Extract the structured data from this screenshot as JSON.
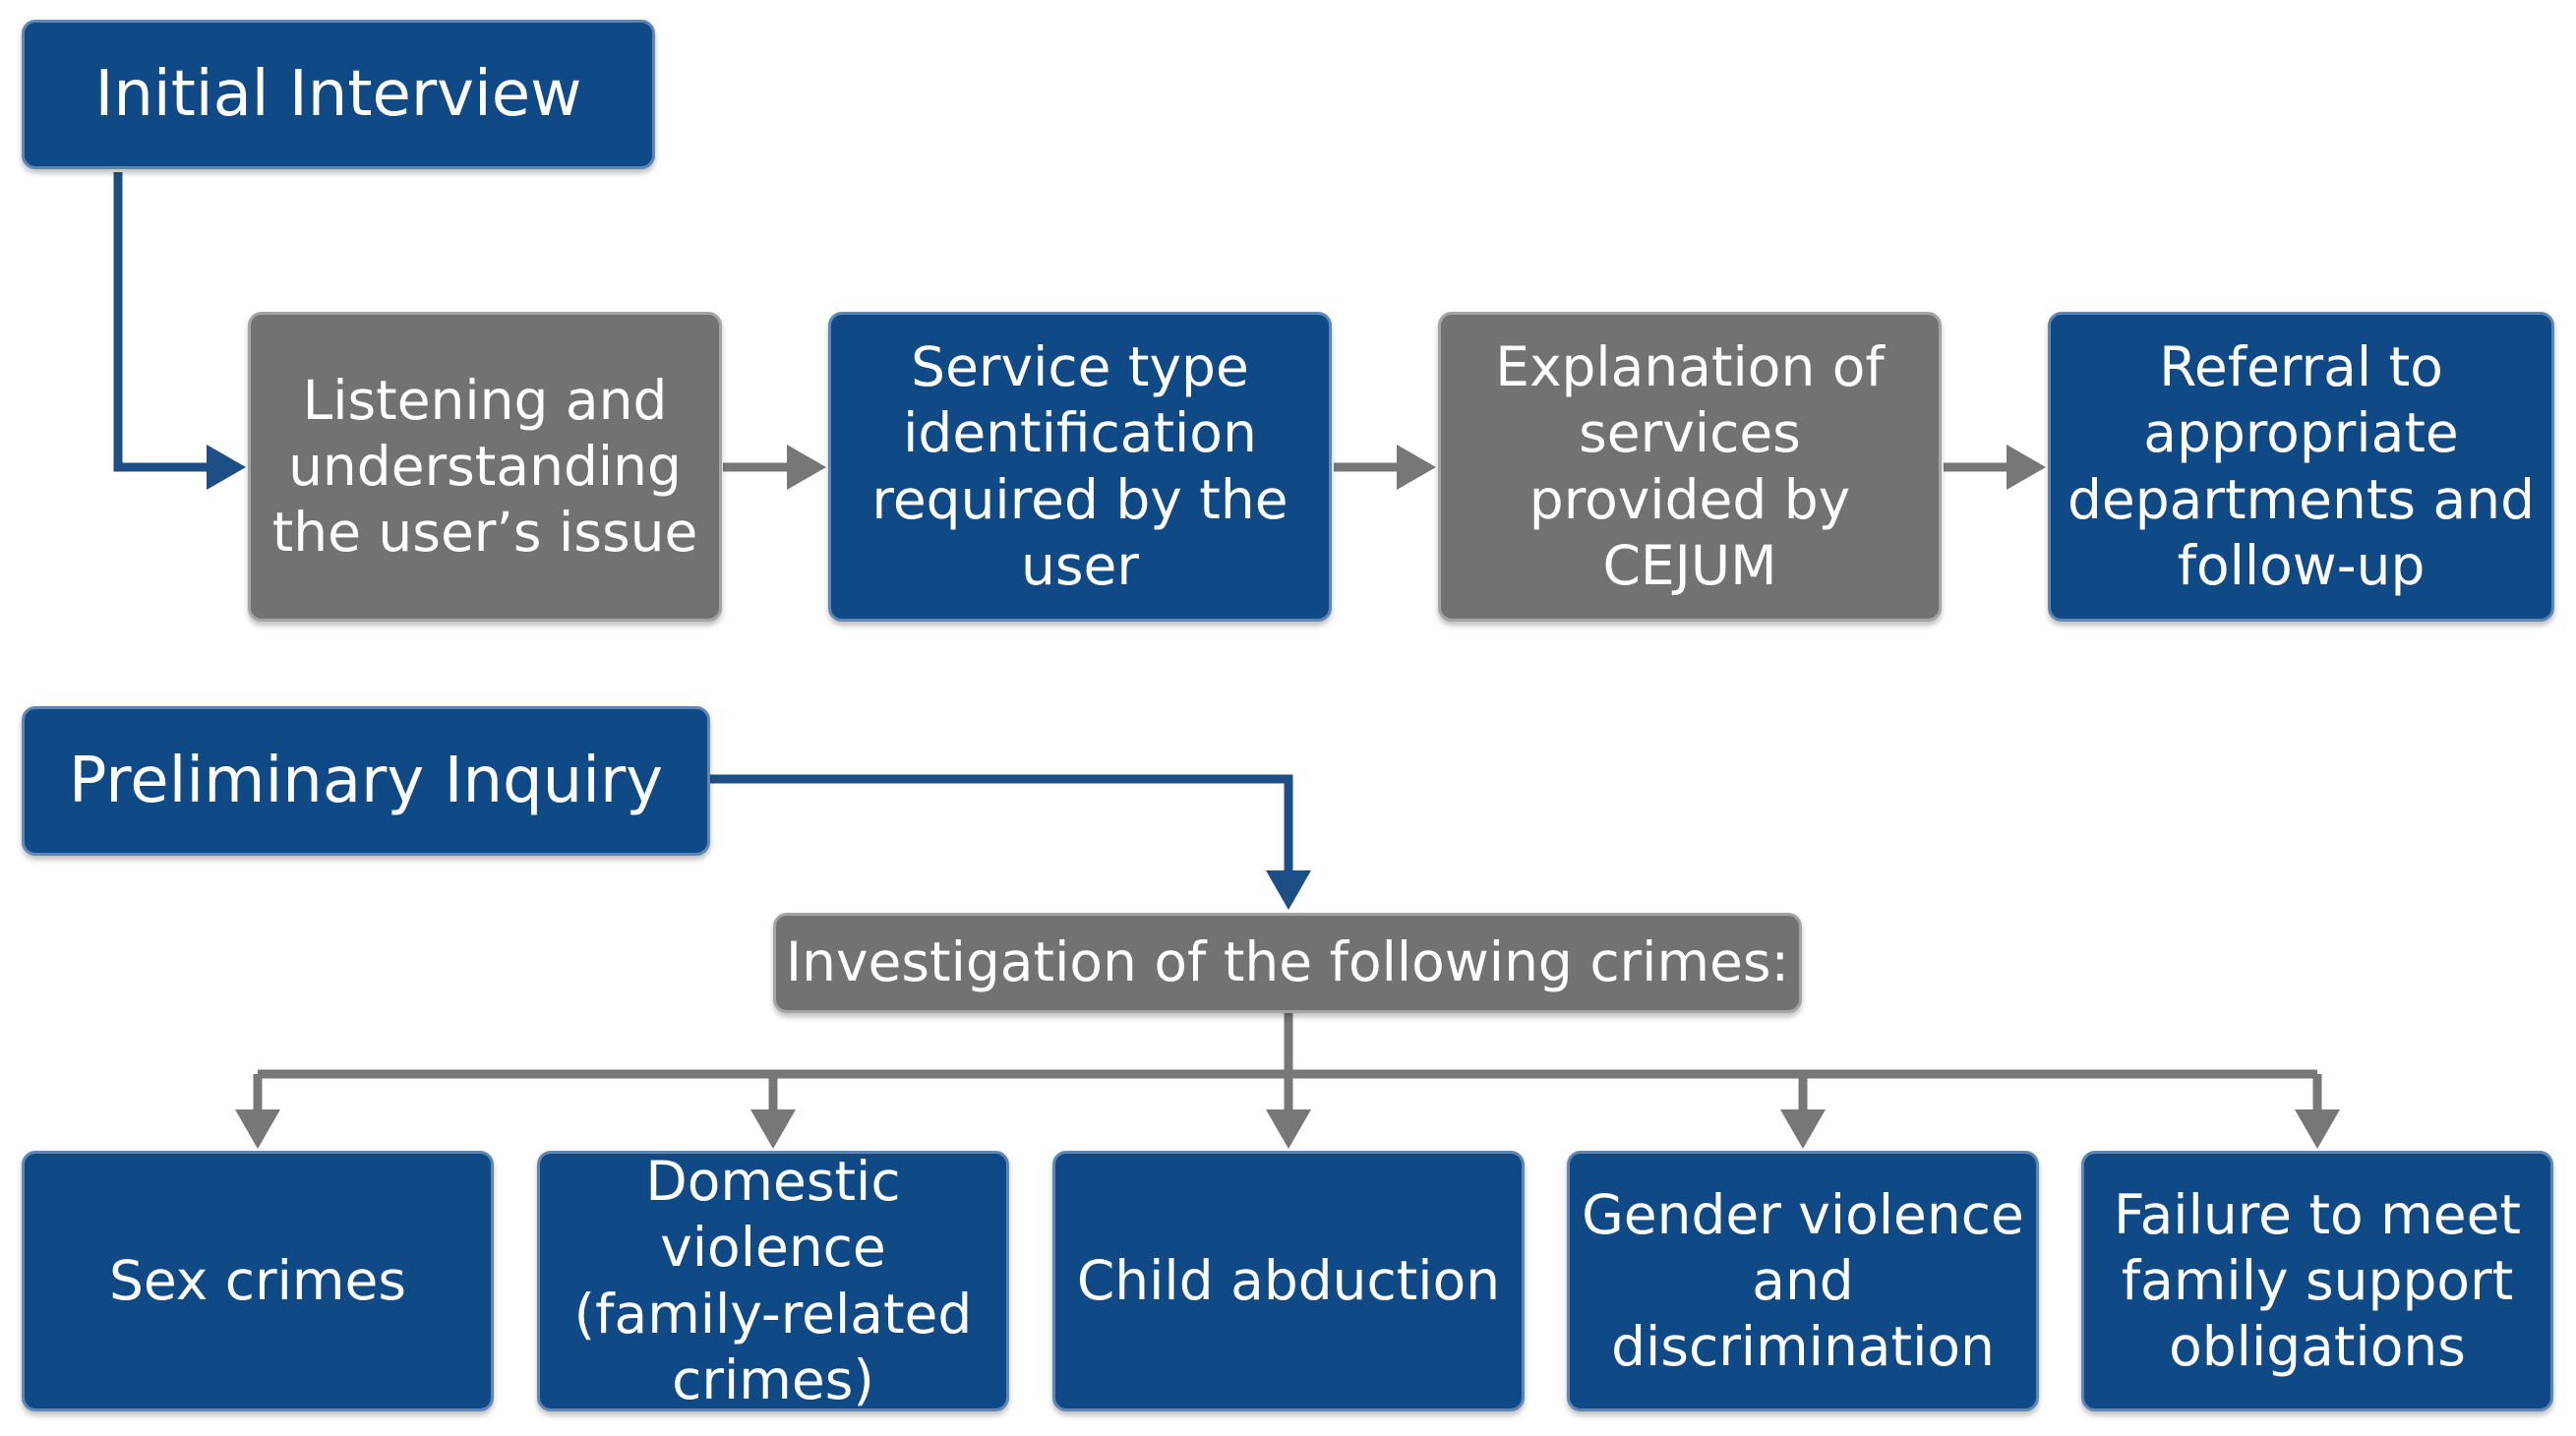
{
  "initial_interview": {
    "title": "Initial Interview",
    "steps": [
      "Listening and\nunderstanding\nthe user’s issue",
      "Service type\nidentification\nrequired by the\nuser",
      "Explanation of\nservices\nprovided by\nCEJUM",
      "Referral to\nappropriate\ndepartments and\nfollow-up"
    ]
  },
  "preliminary_inquiry": {
    "title": "Preliminary Inquiry",
    "investigation": "Investigation of the following crimes:",
    "crimes": [
      "Sex crimes",
      "Domestic violence\n(family-related\ncrimes)",
      "Child abduction",
      "Gender violence\nand\ndiscrimination",
      "Failure to meet\nfamily support\nobligations"
    ]
  },
  "colors": {
    "blue_box": "#0f4a87",
    "gray_box": "#727272",
    "blue_connector": "#1d4f86",
    "gray_connector": "#777777"
  }
}
